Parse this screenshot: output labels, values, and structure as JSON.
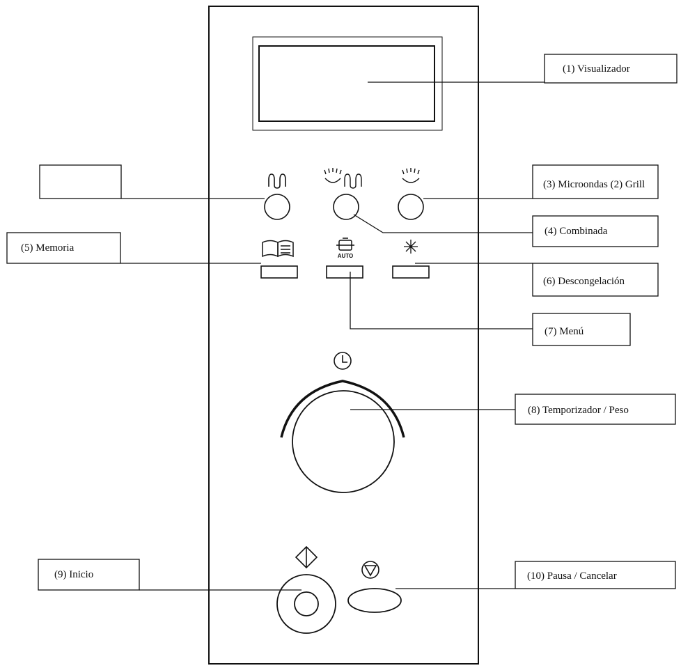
{
  "labels": {
    "visualizador": "(1) Visualizador",
    "empty": "",
    "microondas_grill": "(3) Microondas (2) Grill",
    "combinada": "(4) Combinada",
    "memoria": "(5) Memoria",
    "descongelacion": "(6) Descongelación",
    "menu": "(7) Menú",
    "temporizador": "(8) Temporizador / Peso",
    "inicio": "(9) Inicio",
    "pausa": "(10) Pausa / Cancelar"
  },
  "icons": {
    "auto": "AUTO"
  }
}
